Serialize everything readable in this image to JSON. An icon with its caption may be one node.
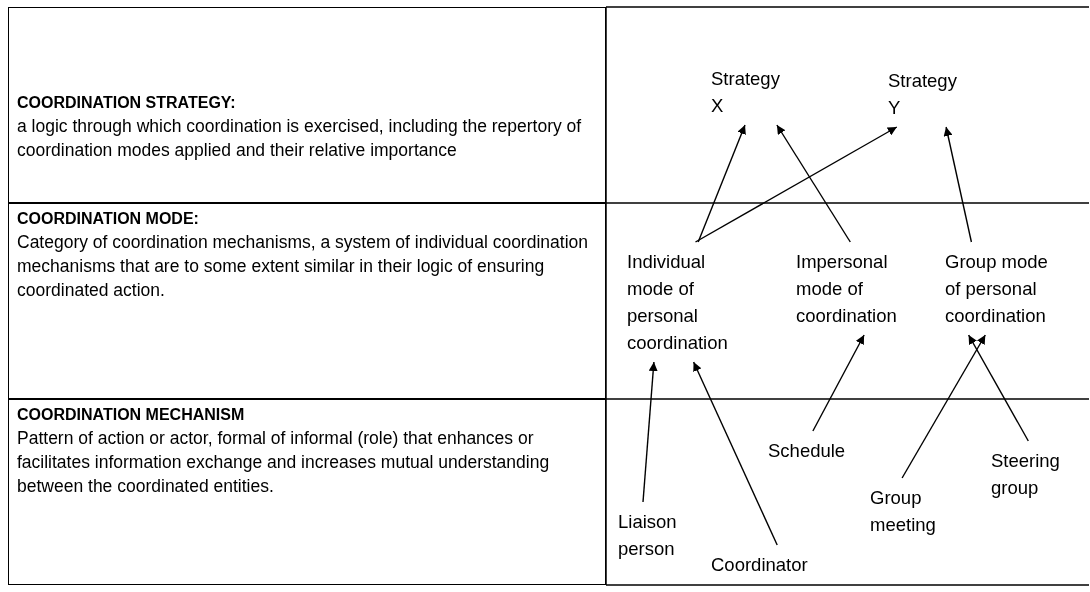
{
  "diagram": {
    "nodes": [
      {
        "text": [
          "COORDINATION STRATEGY:",
          "a logic through which coordination is exercised, including the repertory of coordination modes applied and their relative importance"
        ]
      },
      {
        "text": [
          "COORDINATION MODE:",
          "Category of coordination mechanisms, a system of individual coordination mechanisms that are to some extent similar in their logic of ensuring coordinated action."
        ]
      },
      {
        "text": [
          "COORDINATION MECHANISM",
          "Pattern of action or actor, formal of informal (role) that enhances or facilitates information exchange and increases mutual understanding between the coordinated entities."
        ]
      },
      {
        "text": [
          "Strategy X"
        ]
      },
      {
        "text": [
          "Strategy Y"
        ]
      },
      {
        "text": [
          "Individual mode of personal coordination"
        ]
      },
      {
        "text": [
          "Impersonal mode of coordination"
        ]
      },
      {
        "text": [
          "Group mode of personal coordination"
        ]
      },
      {
        "text": [
          "Liaison person"
        ]
      },
      {
        "text": [
          "Coordinator"
        ]
      },
      {
        "text": [
          "Schedule"
        ]
      },
      {
        "text": [
          "Group meeting"
        ]
      },
      {
        "text": [
          "Steering group"
        ]
      }
    ],
    "edges": [
      {
        "from": 5,
        "to": 3,
        "arrow": "to"
      },
      {
        "from": 5,
        "to": 4,
        "arrow": "to"
      },
      {
        "from": 6,
        "to": 3,
        "arrow": "to"
      },
      {
        "from": 7,
        "to": 4,
        "arrow": "to"
      },
      {
        "from": 8,
        "to": 5,
        "arrow": "to"
      },
      {
        "from": 9,
        "to": 5,
        "arrow": "to"
      },
      {
        "from": 10,
        "to": 6,
        "arrow": "to"
      },
      {
        "from": 11,
        "to": 7,
        "arrow": "to"
      },
      {
        "from": 12,
        "to": 7,
        "arrow": "to"
      }
    ]
  }
}
